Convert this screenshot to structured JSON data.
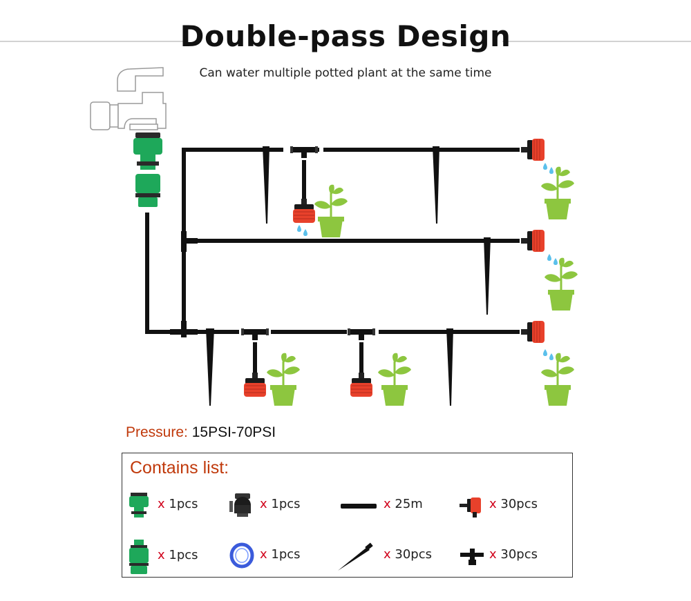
{
  "header": {
    "title": "Double-pass Design",
    "subtitle": "Can water multiple potted plant at the same time"
  },
  "specs": {
    "pressure_label": "Pressure:",
    "pressure_value": "15PSI-70PSI"
  },
  "contents": {
    "title": "Contains list:",
    "items": [
      {
        "icon": "hose-tap-connector-icon",
        "mark": "x",
        "qty": "1pcs"
      },
      {
        "icon": "tap-adapter-icon",
        "mark": "x",
        "qty": "1pcs"
      },
      {
        "icon": "drip-hose-icon",
        "mark": "x",
        "qty": "25m"
      },
      {
        "icon": "adjustable-dripper-icon",
        "mark": "x",
        "qty": "30pcs"
      },
      {
        "icon": "quick-connector-icon",
        "mark": "x",
        "qty": "1pcs"
      },
      {
        "icon": "blue-seal-ring-icon",
        "mark": "x",
        "qty": "1pcs"
      },
      {
        "icon": "ground-stake-icon",
        "mark": "x",
        "qty": "30pcs"
      },
      {
        "icon": "tee-connector-icon",
        "mark": "x",
        "qty": "30pcs"
      }
    ]
  },
  "colors": {
    "tube": "#111111",
    "dripper_red": "#e8412b",
    "connector_green": "#1ea85a",
    "plant_green": "#8dc63f",
    "water_blue": "#5bc0eb",
    "accent_red": "#c0390b"
  }
}
